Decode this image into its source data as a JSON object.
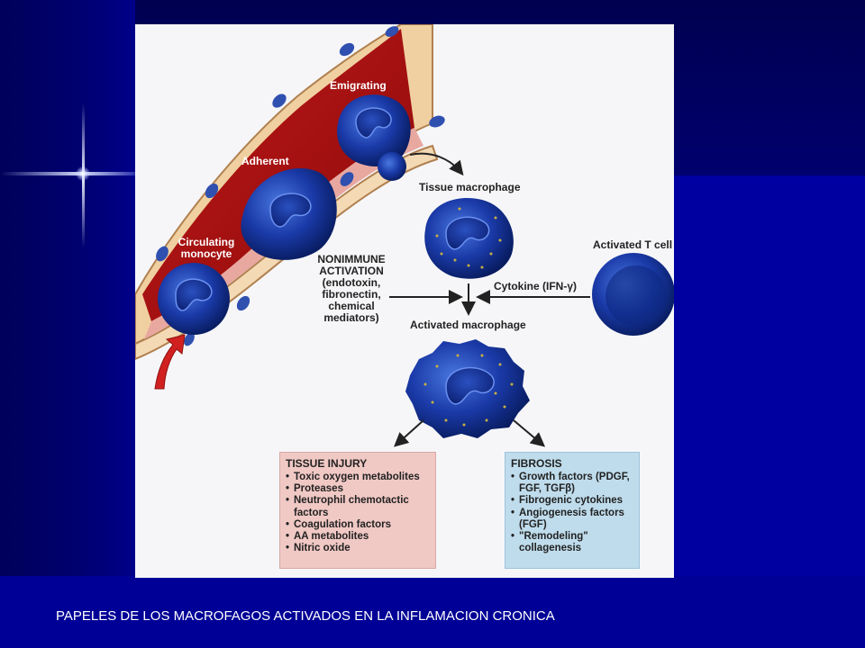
{
  "diagram": {
    "labels": {
      "emigrating": "Emigrating",
      "adherent": "Adherent",
      "circulating_monocyte": [
        "Circulating",
        "monocyte"
      ],
      "tissue_macrophage": "Tissue macrophage",
      "activated_t_cell": "Activated T cell",
      "nonimmune_activation": [
        "NONIMMUNE",
        "ACTIVATION",
        "(endotoxin,",
        "fibronectin,",
        "chemical",
        "mediators)"
      ],
      "cytokine": "Cytokine (IFN-γ)",
      "activated_macrophage": "Activated macrophage"
    },
    "tissue_injury": {
      "title": "TISSUE INJURY",
      "items": [
        "Toxic oxygen metabolites",
        "Proteases",
        "Neutrophil chemotactic factors",
        "Coagulation factors",
        "AA metabolites",
        "Nitric oxide"
      ]
    },
    "fibrosis": {
      "title": "FIBROSIS",
      "items": [
        "Growth factors (PDGF, FGF, TGFβ)",
        "Fibrogenic cytokines",
        "Angiogenesis factors (FGF)",
        "\"Remodeling\" collagenesis"
      ]
    }
  },
  "caption": "PAPELES DE LOS MACROFAGOS ACTIVADOS EN LA INFLAMACION CRONICA",
  "colors": {
    "slide_background": "#00008e",
    "vessel_wall": "#f0d0a0",
    "blood": "#b01010",
    "cell": "#1a3aa8",
    "injury_box": "#f0c8c4",
    "fibrosis_box": "#bfdcec",
    "arrow_red": "#d02020"
  }
}
